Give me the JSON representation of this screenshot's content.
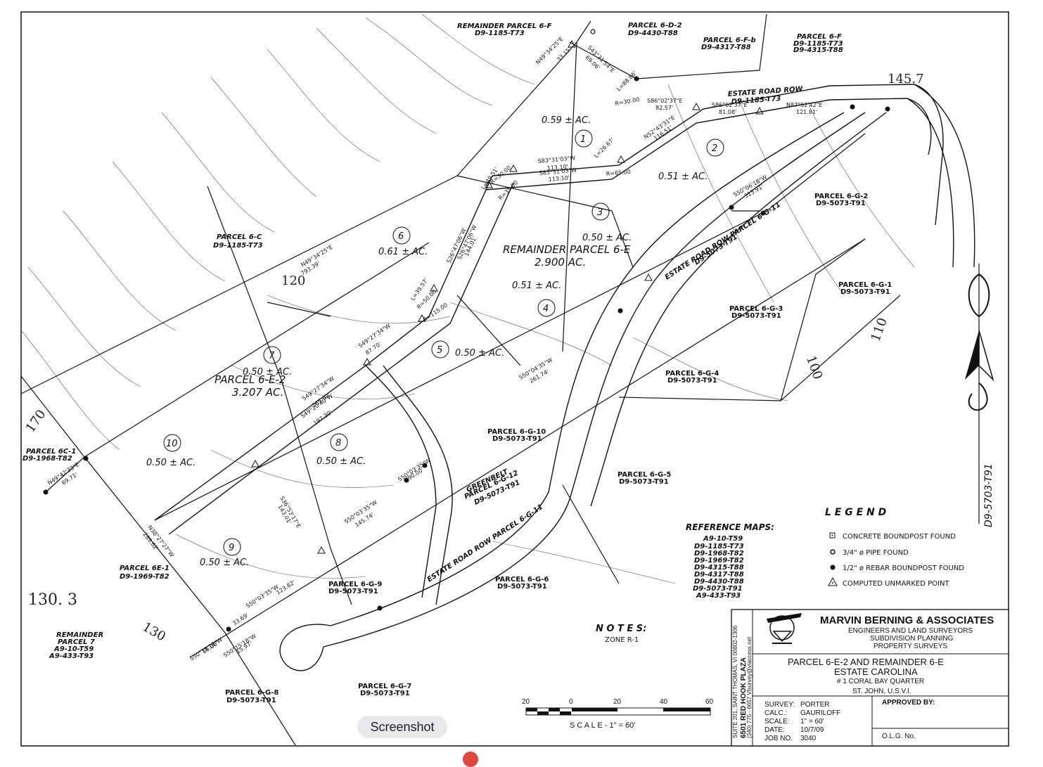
{
  "parcels": [
    {
      "id": "r6f",
      "name": "REMAINDER PARCEL 6-F",
      "ref": "D9-1185-T73"
    },
    {
      "id": "6d2",
      "name": "PARCEL 6-D-2",
      "ref": "D9-4430-T88"
    },
    {
      "id": "6fb",
      "name": "PARCEL 6-F-b",
      "ref": "D9-4317-T88"
    },
    {
      "id": "6f",
      "name": "PARCEL 6-F",
      "ref": "D9-1185-T73",
      "ref2": "D9-4315-T88"
    },
    {
      "id": "6c",
      "name": "PARCEL 6-C",
      "ref": "D9-1185-T73"
    },
    {
      "id": "6c1",
      "name": "PARCEL 6C-1",
      "ref": "D9-1968-T82"
    },
    {
      "id": "6g2",
      "name": "PARCEL 6-G-2",
      "ref": "D9-5073-T91"
    },
    {
      "id": "6g1",
      "name": "PARCEL 6-G-1",
      "ref": "D9-5073-T91"
    },
    {
      "id": "6g3",
      "name": "PARCEL 6-G-3",
      "ref": "D9-5073-T91"
    },
    {
      "id": "6g4",
      "name": "PARCEL 6-G-4",
      "ref": "D9-5073-T91"
    },
    {
      "id": "6g10",
      "name": "PARCEL 6-G-10",
      "ref": "D9-5073-T91"
    },
    {
      "id": "6g5",
      "name": "PARCEL 6-G-5",
      "ref": "D9-5073-T91"
    },
    {
      "id": "6e1",
      "name": "PARCEL 6E-1",
      "ref": "D9-1969-T82"
    },
    {
      "id": "6g9",
      "name": "PARCEL 6-G-9",
      "ref": "D9-5073-T91"
    },
    {
      "id": "6g6",
      "name": "PARCEL 6-G-6",
      "ref": "D9-5073-T91"
    },
    {
      "id": "6g8",
      "name": "PARCEL 6-G-8",
      "ref": "D9-5073-T91"
    },
    {
      "id": "6g7",
      "name": "PARCEL 6-G-7",
      "ref": "D9-5073-T91"
    },
    {
      "id": "r7",
      "name": "REMAINDER",
      "name2": "PARCEL 7",
      "ref": "A9-10-T59",
      "ref2": "A9-433-T93"
    }
  ],
  "lots": [
    {
      "num": "1",
      "area": "0.59 ± AC."
    },
    {
      "num": "2",
      "area": "0.51 ± AC."
    },
    {
      "num": "3",
      "area": "0.50 ± AC."
    },
    {
      "num": "4",
      "area": "0.51 ± AC."
    },
    {
      "num": "5",
      "area": "0.50 ± AC."
    },
    {
      "num": "6",
      "area": "0.61 ± AC."
    },
    {
      "num": "7",
      "area": "0.50 ± AC."
    },
    {
      "num": "8",
      "area": "0.50 ± AC."
    },
    {
      "num": "9",
      "area": "0.50 ± AC."
    },
    {
      "num": "10",
      "area": "0.50 ± AC."
    }
  ],
  "main_parcels": {
    "remainder_6e": {
      "name": "REMAINDER PARCEL 6-E",
      "area": "2.900 AC."
    },
    "parcel_6e2": {
      "name": "PARCEL 6-E-2",
      "area": "3.207 AC."
    }
  },
  "roads": {
    "estate_road_row": "ESTATE ROAD ROW",
    "estate_road_row_ref": "D9-1185-T73",
    "estate_road_6g11_upper": "ESTATE ROAD ROW PARCEL 6-G-11",
    "estate_road_6g11_upper_ref": "D9-5073-T91",
    "estate_road_6g11_lower": "ESTATE ROAD ROW PARCEL 6-G-11",
    "greenbelt": "GREENBELT",
    "greenbelt_parcel": "PARCEL 6-G-12",
    "greenbelt_ref": "D9-5073-T91"
  },
  "contours": [
    "145.7",
    "120",
    "110",
    "100",
    "170",
    "130. 3",
    "130"
  ],
  "bearings": [
    "N49°34'25\"E",
    "33.15'",
    "S43°31'54\"E",
    "69.06'",
    "L=88.86'",
    "R=30.00",
    "S86°02'37\"E",
    "82.57'",
    "S86°02'37\"E",
    "81.08'",
    "N87°52'42\"E",
    "121.81'",
    "N52°43'31\"E",
    "116.51'",
    "S83°31'03\"W",
    "113.10'",
    "S83°31'03\"W",
    "113.10'",
    "L=49.51'",
    "R=30.00",
    "R=35.00",
    "L=26.67'",
    "R=65.00",
    "S26°47'06\"W",
    "144.01'",
    "S26°47'06\"W",
    "L=39.57'",
    "R=115.00",
    "R=50.00",
    "N49°34'25\"E",
    "793.39'",
    "S49°27'34\"W",
    "87.70'",
    "S49°27'34\"W",
    "265.92'",
    "S49°20'40\"W",
    "197.30'",
    "S50°04'35\"W",
    "261.74'",
    "S50°06'18\"W",
    "313.91'",
    "S50°03'35\"W",
    "90.00'",
    "S50°03'35\"W",
    "145.74'",
    "S36°53'17\"E",
    "143.01'",
    "N38°27'27\"W",
    "289.62'",
    "N49°42'33\"E",
    "69.71'",
    "S50°03'35\"W",
    "123.82'",
    "S50°15'18\"W",
    "56.00'",
    "S50°15'18\"W",
    "33.69'",
    "15.97'"
  ],
  "legend": {
    "title": "L E G E N D",
    "items": [
      {
        "symbol": "square-dot",
        "label": "CONCRETE BOUNDPOST FOUND"
      },
      {
        "symbol": "open-circle",
        "label": "3/4\" ø PIPE FOUND"
      },
      {
        "symbol": "filled-circle",
        "label": "1/2\" ø REBAR BOUNDPOST FOUND"
      },
      {
        "symbol": "triangle",
        "label": "COMPUTED UNMARKED POINT"
      }
    ]
  },
  "reference_maps": {
    "title": "REFERENCE MAPS:",
    "items": [
      "A9-10-T59",
      "D9-1185-T73",
      "D9-1968-T82",
      "D9-1969-T82",
      "D9-4315-T88",
      "D9-4317-T88",
      "D9-4430-T88",
      "D9-5073-T91",
      "A9-433-T93"
    ]
  },
  "notes": {
    "title": "N O T E S:",
    "text": "ZONE R-1"
  },
  "north_arrow_ref": "D9-5703-T91",
  "scale_bar": {
    "ticks": [
      "20",
      "0",
      "20",
      "40",
      "60"
    ],
    "caption": "S C A L E  -  1\" = 60'"
  },
  "title_block": {
    "firm": "MARVIN BERNING & ASSOCIATES",
    "tagline1": "ENGINEERS AND LAND SURVEYORS",
    "tagline2": "SUBDIVISION PLANNING",
    "tagline3": "PROPERTY SURVEYS",
    "address1": "6501 RED HOOK PLAZA",
    "address2": "SUITE 201, SAINT THOMAS, VI 00802-1306",
    "address3": "(340) 775 - 6657  Vlsurvey@viaccess.net",
    "project1": "PARCEL 6-E-2 AND REMAINDER 6-E",
    "project2": "ESTATE CAROLINA",
    "project3": "# 1 CORAL BAY QUARTER",
    "project4": "ST. JOHN, U.S.V.I.",
    "survey_label": "SURVEY:",
    "survey": "PORTER",
    "calc_label": "CALC.:",
    "calc": "GAURILOFF",
    "scale_label": "SCALE:",
    "scale": "1\" = 60'",
    "date_label": "DATE:",
    "date": "10/7/09",
    "job_label": "JOB NO.",
    "job": "3040",
    "approved": "APPROVED BY:",
    "olg": "O.L.G. No."
  },
  "overlay": {
    "screenshot_label": "Screenshot"
  }
}
